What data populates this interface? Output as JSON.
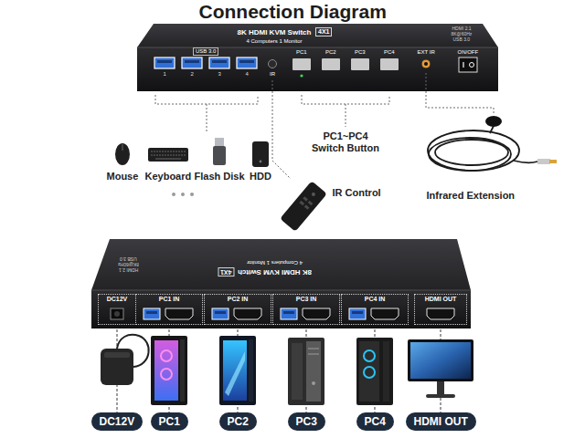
{
  "diagram": {
    "title": "Connection Diagram",
    "nodes": [
      {
        "text": [
          "8K HDMI KVM Switch",
          "4 Computers 1 Monitor"
        ]
      },
      {
        "text": [
          "4X1"
        ],
        "in": 0
      },
      {
        "text": [
          "8K HDMI KVM Switch",
          "4 Computers 1 Monitor"
        ]
      },
      {
        "text": [
          "4X1"
        ],
        "in": 2
      },
      {
        "text": [
          "DC12V"
        ],
        "in": 2
      },
      {
        "text": [
          "PC1 IN"
        ],
        "in": 2
      },
      {
        "text": [
          "PC2 IN"
        ],
        "in": 2
      },
      {
        "text": [
          "PC3 IN"
        ],
        "in": 2
      },
      {
        "text": [
          "PC4 IN"
        ],
        "in": 2
      },
      {
        "text": [
          "HDMI OUT"
        ],
        "in": 2
      },
      {
        "text": [
          "DC12V"
        ]
      },
      {
        "text": [
          "PC1"
        ]
      },
      {
        "text": [
          "PC2"
        ]
      },
      {
        "text": [
          "PC3"
        ]
      },
      {
        "text": [
          "PC4"
        ]
      },
      {
        "text": [
          "HDMI OUT"
        ]
      }
    ],
    "edges": [
      {
        "from": 4,
        "to": 10,
        "arrow": "none"
      },
      {
        "from": 5,
        "to": 11,
        "arrow": "none"
      },
      {
        "from": 6,
        "to": 12,
        "arrow": "none"
      },
      {
        "from": 7,
        "to": 13,
        "arrow": "none"
      },
      {
        "from": 8,
        "to": 14,
        "arrow": "none"
      },
      {
        "from": 9,
        "to": 15,
        "arrow": "none"
      }
    ],
    "labels": [
      "USB 3.0",
      "1",
      "2",
      "3",
      "4",
      "IR",
      "PC1",
      "PC2",
      "PC3",
      "PC4",
      "EXT IR",
      "ON/OFF",
      "HDMI 2.1",
      "8K@60Hz",
      "USB 3.0",
      "Mouse",
      "Keyboard",
      "Flash Disk",
      "HDD",
      "PC1~PC4 Switch Button",
      "IR Control",
      "Infrared Extension",
      "HDMI 2.1",
      "8K@60Hz",
      "USB 3.0"
    ]
  }
}
